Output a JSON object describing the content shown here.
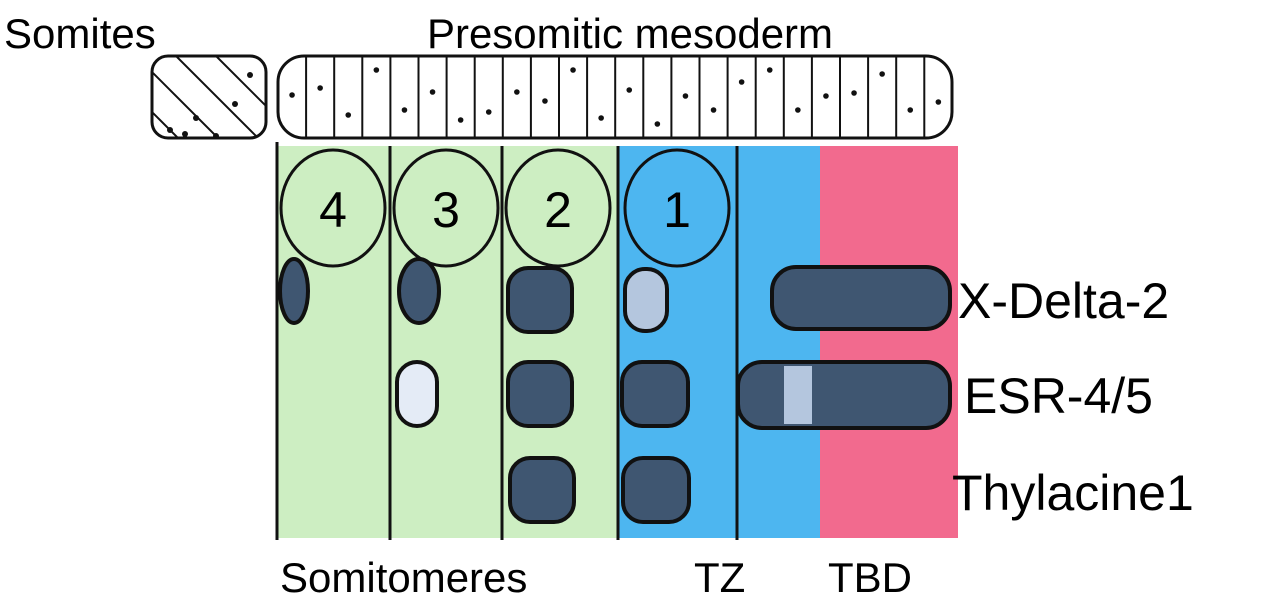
{
  "labels": {
    "somites": "Somites",
    "psm": "Presomitic mesoderm",
    "somitomeres": "Somitomeres",
    "tz": "TZ",
    "tbd": "TBD"
  },
  "somitomere_numbers": [
    "4",
    "3",
    "2",
    "1"
  ],
  "genes": [
    "X-Delta-2",
    "ESR-4/5",
    "Thylacine1"
  ],
  "colors": {
    "somitomere_zone": "#cdeec2",
    "tz_zone": "#4db6f0",
    "tbd_zone": "#f26a8e",
    "strong_expression": "#3f5671",
    "weak_expression": "#b4c6de",
    "faint_expression": "#e4ebf6"
  }
}
